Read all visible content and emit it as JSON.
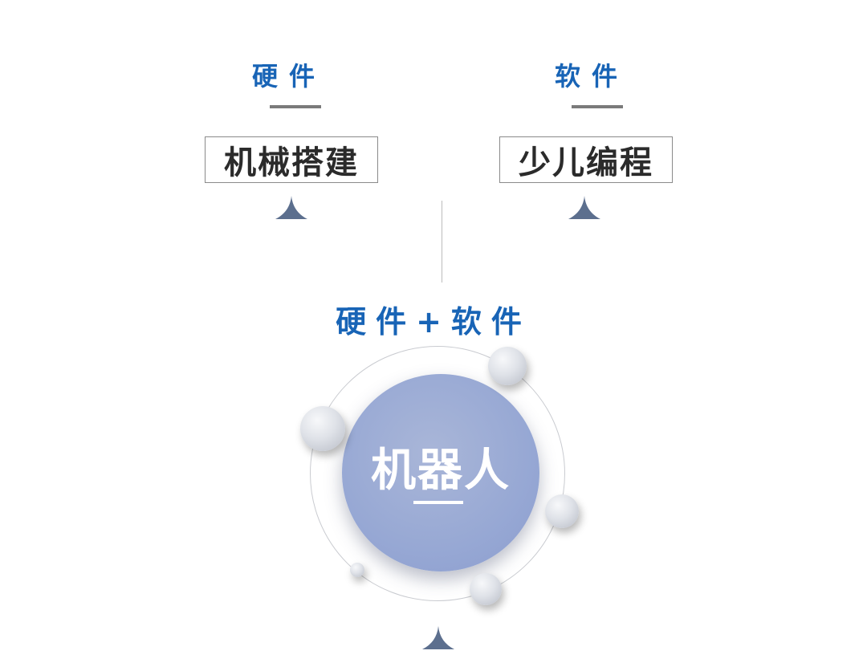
{
  "left": {
    "heading": "硬件",
    "box_label": "机械搭建"
  },
  "right": {
    "heading": "软件",
    "box_label": "少儿编程"
  },
  "center": {
    "heading": "硬件+软件",
    "core_label": "机器人"
  },
  "colors": {
    "heading_blue": "#1864b6",
    "core_fill": "#9aabd6",
    "arrow": "#5c6f8e",
    "rule": "#7a7a7a"
  }
}
